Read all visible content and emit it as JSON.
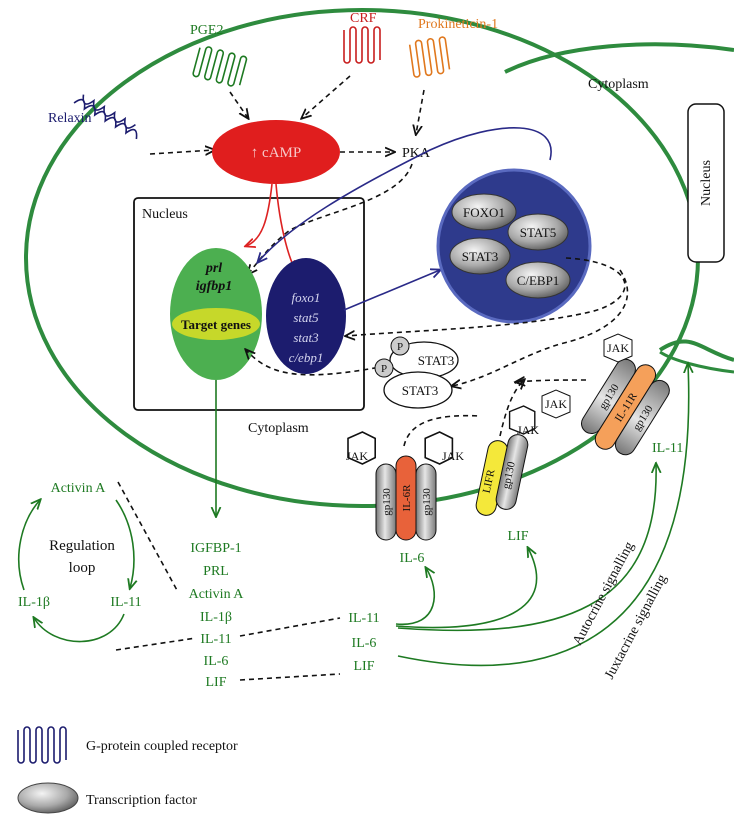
{
  "labels": {
    "cytoplasm_top": "Cytoplasm",
    "cytoplasm_cell": "Cytoplasm",
    "nucleus_right": "Nucleus",
    "nucleus_box": "Nucleus",
    "regulation_line1": "Regulation",
    "regulation_line2": "loop"
  },
  "ligands": {
    "relaxin": "Relaxin",
    "pge2": "PGE2",
    "crf": "CRF",
    "prokineticin": "Prokineticin-1"
  },
  "signals": {
    "camp": "↑ cAMP",
    "pka": "PKA"
  },
  "genes": {
    "prl": "prl",
    "igfbp1": "igfbp1",
    "target": "Target genes",
    "foxo1": "foxo1",
    "stat5": "stat5",
    "stat3": "stat3",
    "cebp1": "c/ebp1"
  },
  "tf_cluster": {
    "foxo1": "FOXO1",
    "stat5": "STAT5",
    "stat3": "STAT3",
    "cebp1": "C/EBP1"
  },
  "phospho": {
    "p": "P",
    "stat3": "STAT3"
  },
  "receptors": {
    "jak": "JAK",
    "gp130": "gp130",
    "il6r": "IL-6R",
    "lifr": "LIFR",
    "il11r": "IL-11R",
    "il6": "IL-6",
    "lif": "LIF",
    "il11": "IL-11"
  },
  "secreted": [
    "IGFBP-1",
    "PRL",
    "Activin A",
    "IL-1β",
    "IL-11",
    "IL-6",
    "LIF"
  ],
  "loop": {
    "activin": "Activin A",
    "il1b": "IL-1β",
    "il11": "IL-11"
  },
  "outputs": [
    "IL-11",
    "IL-6",
    "LIF"
  ],
  "signalling": {
    "autocrine": "Autocrine signalling",
    "juxtacrine": "Juxtacrine signalling"
  },
  "legend": {
    "gpcr": "G-protein coupled receptor",
    "tf": "Transcription factor"
  },
  "colors": {
    "membrane": "#2e8b3e",
    "camp": "#e01e1e",
    "navy": "#1c1c6e",
    "green_gene": "#4caf50",
    "lime": "#c6d82a",
    "il6r": "#e8623a",
    "lifr": "#f4e83a",
    "il11r": "#f5a05a"
  }
}
